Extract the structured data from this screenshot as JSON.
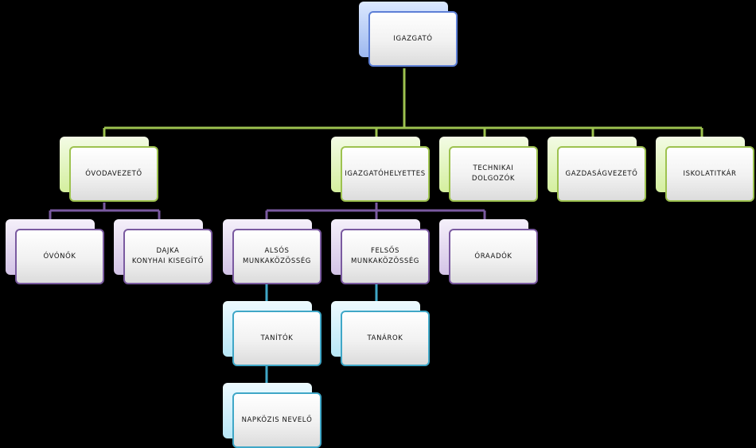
{
  "nodes": {
    "igazgato": "IGAZGATÓ",
    "ovodavezeto": "ÓVODAVEZETŐ",
    "igazgatohelyettes": "IGAZGATÓHELYETTES",
    "technikai_dolgozok": "TECHNIKAI DOLGOZÓK",
    "gazdasagvezeto": "GAZDASÁGVEZETŐ",
    "iskolatitkar": "ISKOLATITKÁR",
    "ovonok": "ÓVÓNŐK",
    "dajka": "DAJKA\nKONYHAI KISEGÍTŐ",
    "also_mk": "ALSÓS\nMUNKAKÖZÖSSÉG",
    "felso_mk": "FELSŐS\nMUNKAKÖZÖSSÉG",
    "oraadok": "ÓRAADÓK",
    "tanitok": "TANÍTÓK",
    "tanarok": "TANÁROK",
    "napkozis": "NAPKÖZIS NEVELŐ"
  },
  "colors": {
    "top": "#5d7fd6",
    "level1": "#9dc24f",
    "level2": "#7a5aa0",
    "level3": "#3fa7c7"
  }
}
